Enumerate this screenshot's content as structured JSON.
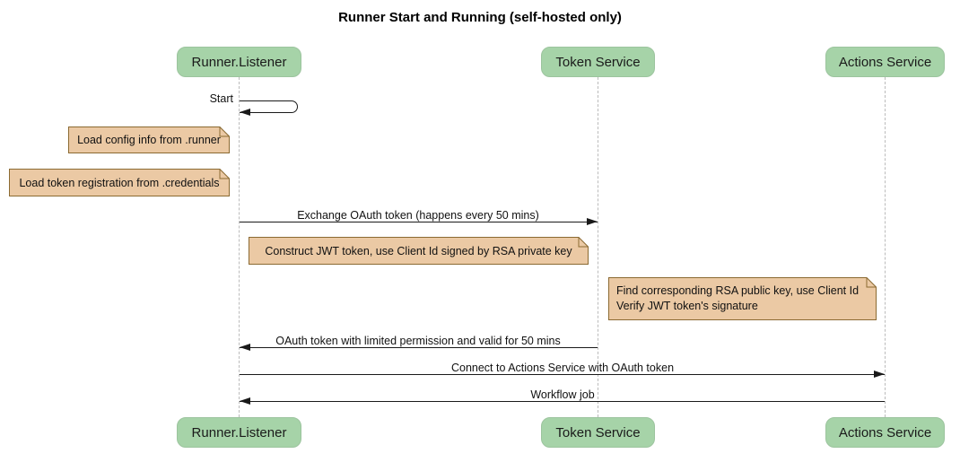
{
  "diagram": {
    "title": "Runner Start and Running (self-hosted only)",
    "participants": [
      {
        "label": "Runner.Listener"
      },
      {
        "label": "Token Service"
      },
      {
        "label": "Actions Service"
      }
    ],
    "messages": [
      {
        "label": "Start",
        "from": "Runner.Listener",
        "to": "Runner.Listener",
        "type": "self"
      },
      {
        "label": "Exchange OAuth token (happens every 50 mins)",
        "from": "Runner.Listener",
        "to": "Token Service",
        "type": "solid"
      },
      {
        "label": "OAuth token with limited permission and valid for 50 mins",
        "from": "Token Service",
        "to": "Runner.Listener",
        "type": "solid"
      },
      {
        "label": "Connect to Actions Service with OAuth token",
        "from": "Runner.Listener",
        "to": "Actions Service",
        "type": "solid"
      },
      {
        "label": "Workflow job",
        "from": "Actions Service",
        "to": "Runner.Listener",
        "type": "solid"
      }
    ],
    "notes": [
      {
        "lines": [
          "Load config info from .runner"
        ],
        "position": "left of Runner.Listener"
      },
      {
        "lines": [
          "Load token registration from .credentials"
        ],
        "position": "left of Runner.Listener"
      },
      {
        "lines": [
          "Construct JWT token, use Client Id signed by RSA private key"
        ],
        "position": "between Runner.Listener and Token Service"
      },
      {
        "lines": [
          "Find corresponding RSA public key, use Client Id",
          "Verify JWT token's signature"
        ],
        "position": "left of Actions Service"
      }
    ],
    "colors": {
      "participant_fill": "#A6D3A8",
      "note_fill": "#EBC9A4",
      "note_border": "#8B6A32",
      "lifeline": "#BBBBBB",
      "message_line": "#1A1A1A",
      "background": "#FFFFFF"
    }
  }
}
